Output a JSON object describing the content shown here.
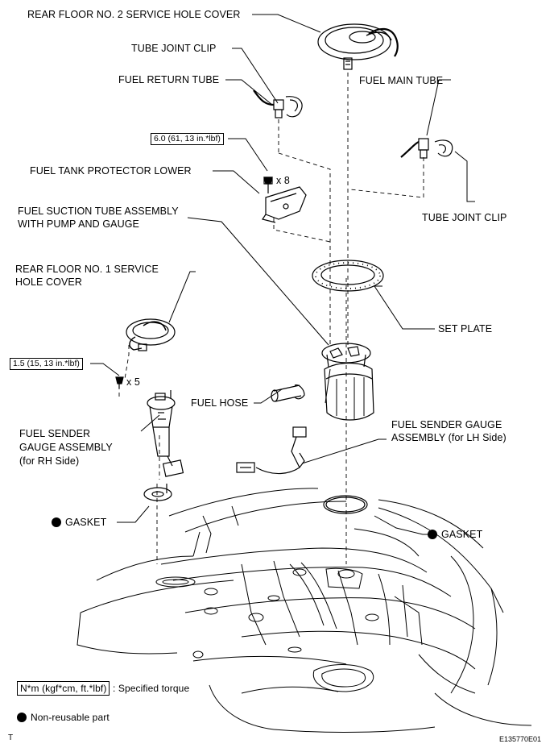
{
  "labels": {
    "rear_floor_no2_cover": "REAR FLOOR NO. 2 SERVICE HOLE COVER",
    "tube_joint_clip_top": "TUBE JOINT CLIP",
    "fuel_return_tube": "FUEL RETURN TUBE",
    "fuel_main_tube": "FUEL MAIN TUBE",
    "torque_protector": "6.0 (61, 13 in.*lbf)",
    "protector_qty": "x 8",
    "fuel_tank_protector_lower": "FUEL TANK PROTECTOR LOWER",
    "tube_joint_clip_right": "TUBE JOINT CLIP",
    "suction_tube_line1": "FUEL SUCTION TUBE ASSEMBLY",
    "suction_tube_line2": "WITH PUMP AND GAUGE",
    "rear_floor_no1_line1": "REAR FLOOR NO. 1 SERVICE",
    "rear_floor_no1_line2": "HOLE COVER",
    "set_plate": "SET PLATE",
    "torque_sender": "1.5 (15, 13 in.*lbf)",
    "sender_qty": "x 5",
    "fuel_hose": "FUEL HOSE",
    "sender_rh_line1": "FUEL SENDER",
    "sender_rh_line2": "GAUGE ASSEMBLY",
    "sender_rh_line3": "(for RH Side)",
    "sender_lh_line1": "FUEL SENDER GAUGE",
    "sender_lh_line2": "ASSEMBLY (for LH Side)",
    "gasket_left": "GASKET",
    "gasket_right": "GASKET"
  },
  "legend": {
    "torque_box": "N*m (kgf*cm, ft.*lbf)",
    "torque_text": ": Specified torque",
    "nonreusable_text": "Non-reusable part"
  },
  "footer": {
    "corner_mark": "T",
    "figure_id": "E135770E01"
  }
}
